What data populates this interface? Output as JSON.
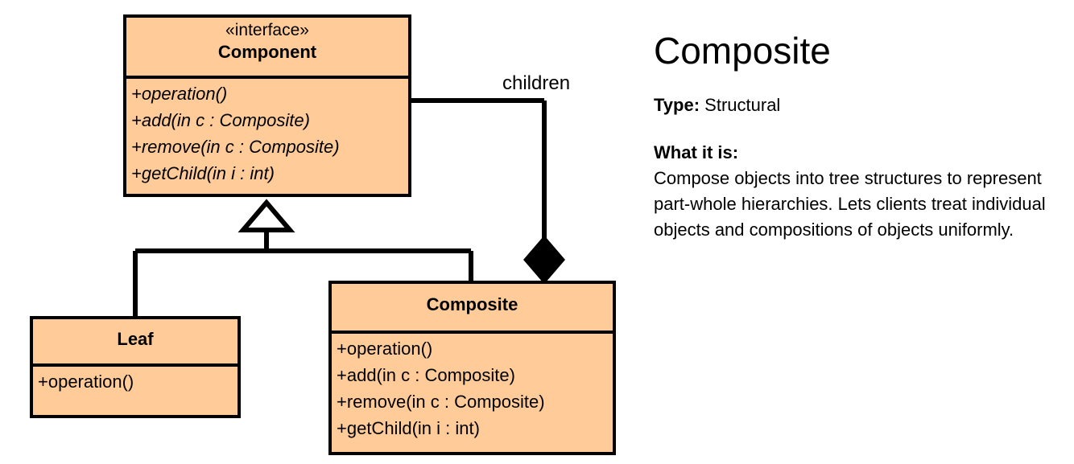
{
  "diagram": {
    "classes": [
      {
        "id": "component",
        "stereotype": "«interface»",
        "name": "Component",
        "abstract": true,
        "members": [
          "+operation()",
          "+add(in c : Composite)",
          "+remove(in c : Composite)",
          "+getChild(in i : int)"
        ]
      },
      {
        "id": "leaf",
        "stereotype": "",
        "name": "Leaf",
        "abstract": false,
        "members": [
          "+operation()"
        ]
      },
      {
        "id": "composite",
        "stereotype": "",
        "name": "Composite",
        "abstract": false,
        "members": [
          "+operation()",
          "+add(in c : Composite)",
          "+remove(in c : Composite)",
          "+getChild(in i : int)"
        ]
      }
    ],
    "relations": [
      {
        "id": "generalization-leaf",
        "type": "generalization",
        "from": "Leaf",
        "to": "Component",
        "label": ""
      },
      {
        "id": "generalization-composite",
        "type": "generalization",
        "from": "Composite",
        "to": "Component",
        "label": ""
      },
      {
        "id": "composition-children",
        "type": "composition",
        "from": "Component",
        "to": "Composite",
        "label": "children"
      }
    ],
    "association_label": "children",
    "colors": {
      "class_fill": "#FFCC99",
      "stroke": "#000000",
      "background": "#FFFFFF"
    }
  },
  "info": {
    "title": "Composite",
    "type_label": "Type:",
    "type_value": "Structural",
    "what_heading": "What it is:",
    "what_text": "Compose objects into tree structures to represent part-whole hierarchies. Lets clients treat individual objects and compositions of objects uniformly."
  }
}
